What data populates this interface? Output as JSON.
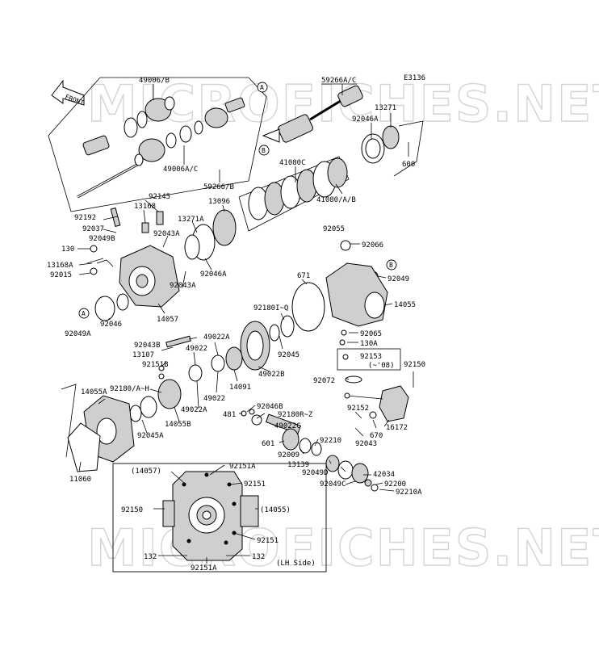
{
  "diagram": {
    "code": "E3136",
    "front_tag": "FRONT",
    "watermark": "MICROFICHES.NET",
    "inset_note": "(LH Side)",
    "callouts": {
      "a": "A",
      "b": "B"
    }
  },
  "part_labels": {
    "p49006b": "49006/B",
    "p59266ac": "59266A/C",
    "p13271": "13271",
    "p92046a_top": "92046A",
    "p600": "600",
    "p49006ac": "49006A/C",
    "p59266b": "59266/B",
    "p41080c": "41080C",
    "p41080ab": "41080/A/B",
    "p92145": "92145",
    "p13168": "13168",
    "p13096": "13096",
    "p92192": "92192",
    "p92037": "92037",
    "p13271a": "13271A",
    "p92049b": "92049B",
    "p92043a_1": "92043A",
    "p130": "130",
    "p13168a": "13168A",
    "p92015": "92015",
    "p92046a_mid": "92046A",
    "p92043a_2": "92043A",
    "p92046": "92046",
    "p14057": "14057",
    "p92049a": "92049A",
    "p92055": "92055",
    "p92066": "92066",
    "p92049": "92049",
    "p671": "671",
    "p92180iq": "92180I~Q",
    "p14055": "14055",
    "p92045": "92045",
    "p92065": "92065",
    "p130a": "130A",
    "p92153": "92153",
    "p92153_note": "(~'08)",
    "p92043b": "92043B",
    "p49022a_top": "49022A",
    "p13107": "13107",
    "p49022_1": "49022",
    "p92151b": "92151B",
    "p49022b": "49022B",
    "p14091": "14091",
    "p92150_r": "92150",
    "p92072": "92072",
    "p92180ah": "92180/A~H",
    "p49022_2": "49022",
    "p14055a": "14055A",
    "p49022a_low": "49022A",
    "p14055b": "14055B",
    "p92046b": "92046B",
    "p481": "481",
    "p92180rz": "92180R~Z",
    "p92152": "92152",
    "p49022c": "49022C",
    "p92045a": "92045A",
    "p601": "601",
    "p92210": "92210",
    "p670": "670",
    "p16172": "16172",
    "p92009": "92009",
    "p92043": "92043",
    "p13139": "13139",
    "p11060": "11060",
    "p92049d": "92049D",
    "p42034": "42034",
    "p92049c": "92049C",
    "p92200": "92200",
    "p92210a": "92210A",
    "i14057": "(14057)",
    "i92151a_top": "92151A",
    "i92151_1": "92151",
    "i92150": "92150",
    "i14055": "(14055)",
    "i92151_2": "92151",
    "i132_l": "132",
    "i132_r": "132",
    "i92151a_bot": "92151A"
  }
}
